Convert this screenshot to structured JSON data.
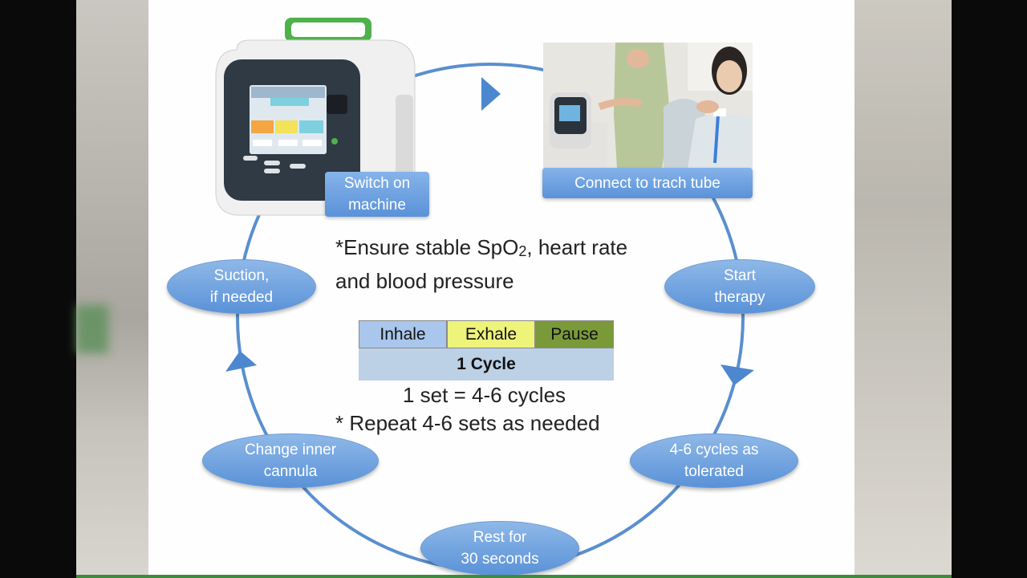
{
  "steps": {
    "switch_on": "Switch on\nmachine",
    "connect": "Connect to trach tube",
    "start_therapy": "Start\ntherapy",
    "cycles_tolerated": "4-6 cycles as\ntolerated",
    "rest": "Rest for\n30 seconds",
    "change_cannula": "Change inner\ncannula",
    "suction": "Suction,\nif needed"
  },
  "notes": {
    "ensure_line1": "*Ensure stable SpO",
    "ensure_sub": "2",
    "ensure_line1_end": ", heart rate",
    "ensure_line2": "and blood pressure",
    "set_def": "1 set = 4-6 cycles",
    "repeat": "* Repeat 4-6 sets as needed"
  },
  "cycle": {
    "inhale": "Inhale",
    "exhale": "Exhale",
    "pause": "Pause",
    "label": "1 Cycle"
  },
  "colors": {
    "inhale": "#a9c6ec",
    "exhale": "#eef37a",
    "pause": "#7a9a3a",
    "ring": "#5a8fcf",
    "oval": "#6a9fdf"
  }
}
